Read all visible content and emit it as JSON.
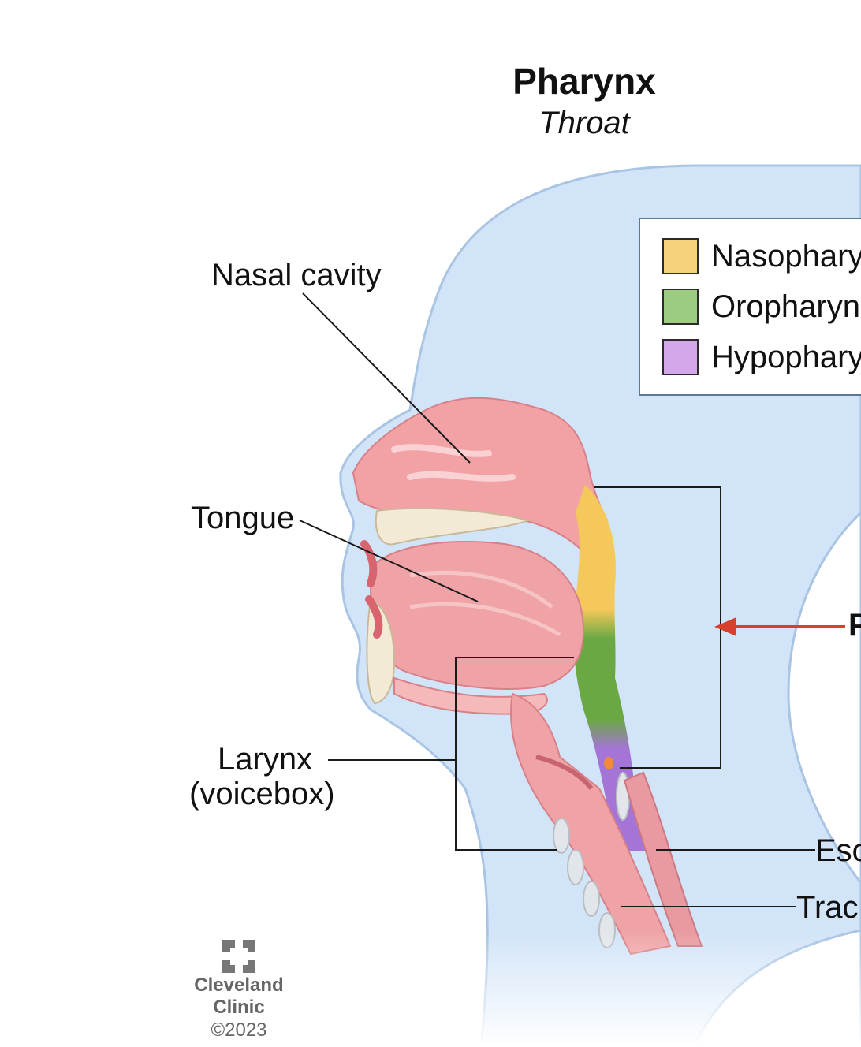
{
  "title": "Pharynx",
  "subtitle": "Throat",
  "legend": [
    {
      "label": "Nasophary",
      "color": "#f6d27a"
    },
    {
      "label": "Oropharyn",
      "color": "#9ccb82"
    },
    {
      "label": "Hypophary",
      "color": "#d4a6ea"
    }
  ],
  "labels": {
    "nasal_cavity": "Nasal cavity",
    "tongue": "Tongue",
    "larynx": "Larynx",
    "voicebox": "(voicebox)",
    "pharynx_cut": "P",
    "esophagus_cut": "Eso",
    "trachea_cut": "Trac"
  },
  "logo": {
    "name_line1": "Cleveland",
    "name_line2": "Clinic",
    "copyright": "©2023"
  },
  "colors": {
    "body": "#d2e4f8",
    "body_outline": "#a9c5e3",
    "tissue": "#f0a3a6",
    "tissue_dark": "#dd7f86",
    "bone": "#f3ead6",
    "arrow": "#d6402c",
    "nasopharynx": "#f4c85a",
    "oropharynx": "#6aa844",
    "hypopharynx": "#a474d6"
  }
}
